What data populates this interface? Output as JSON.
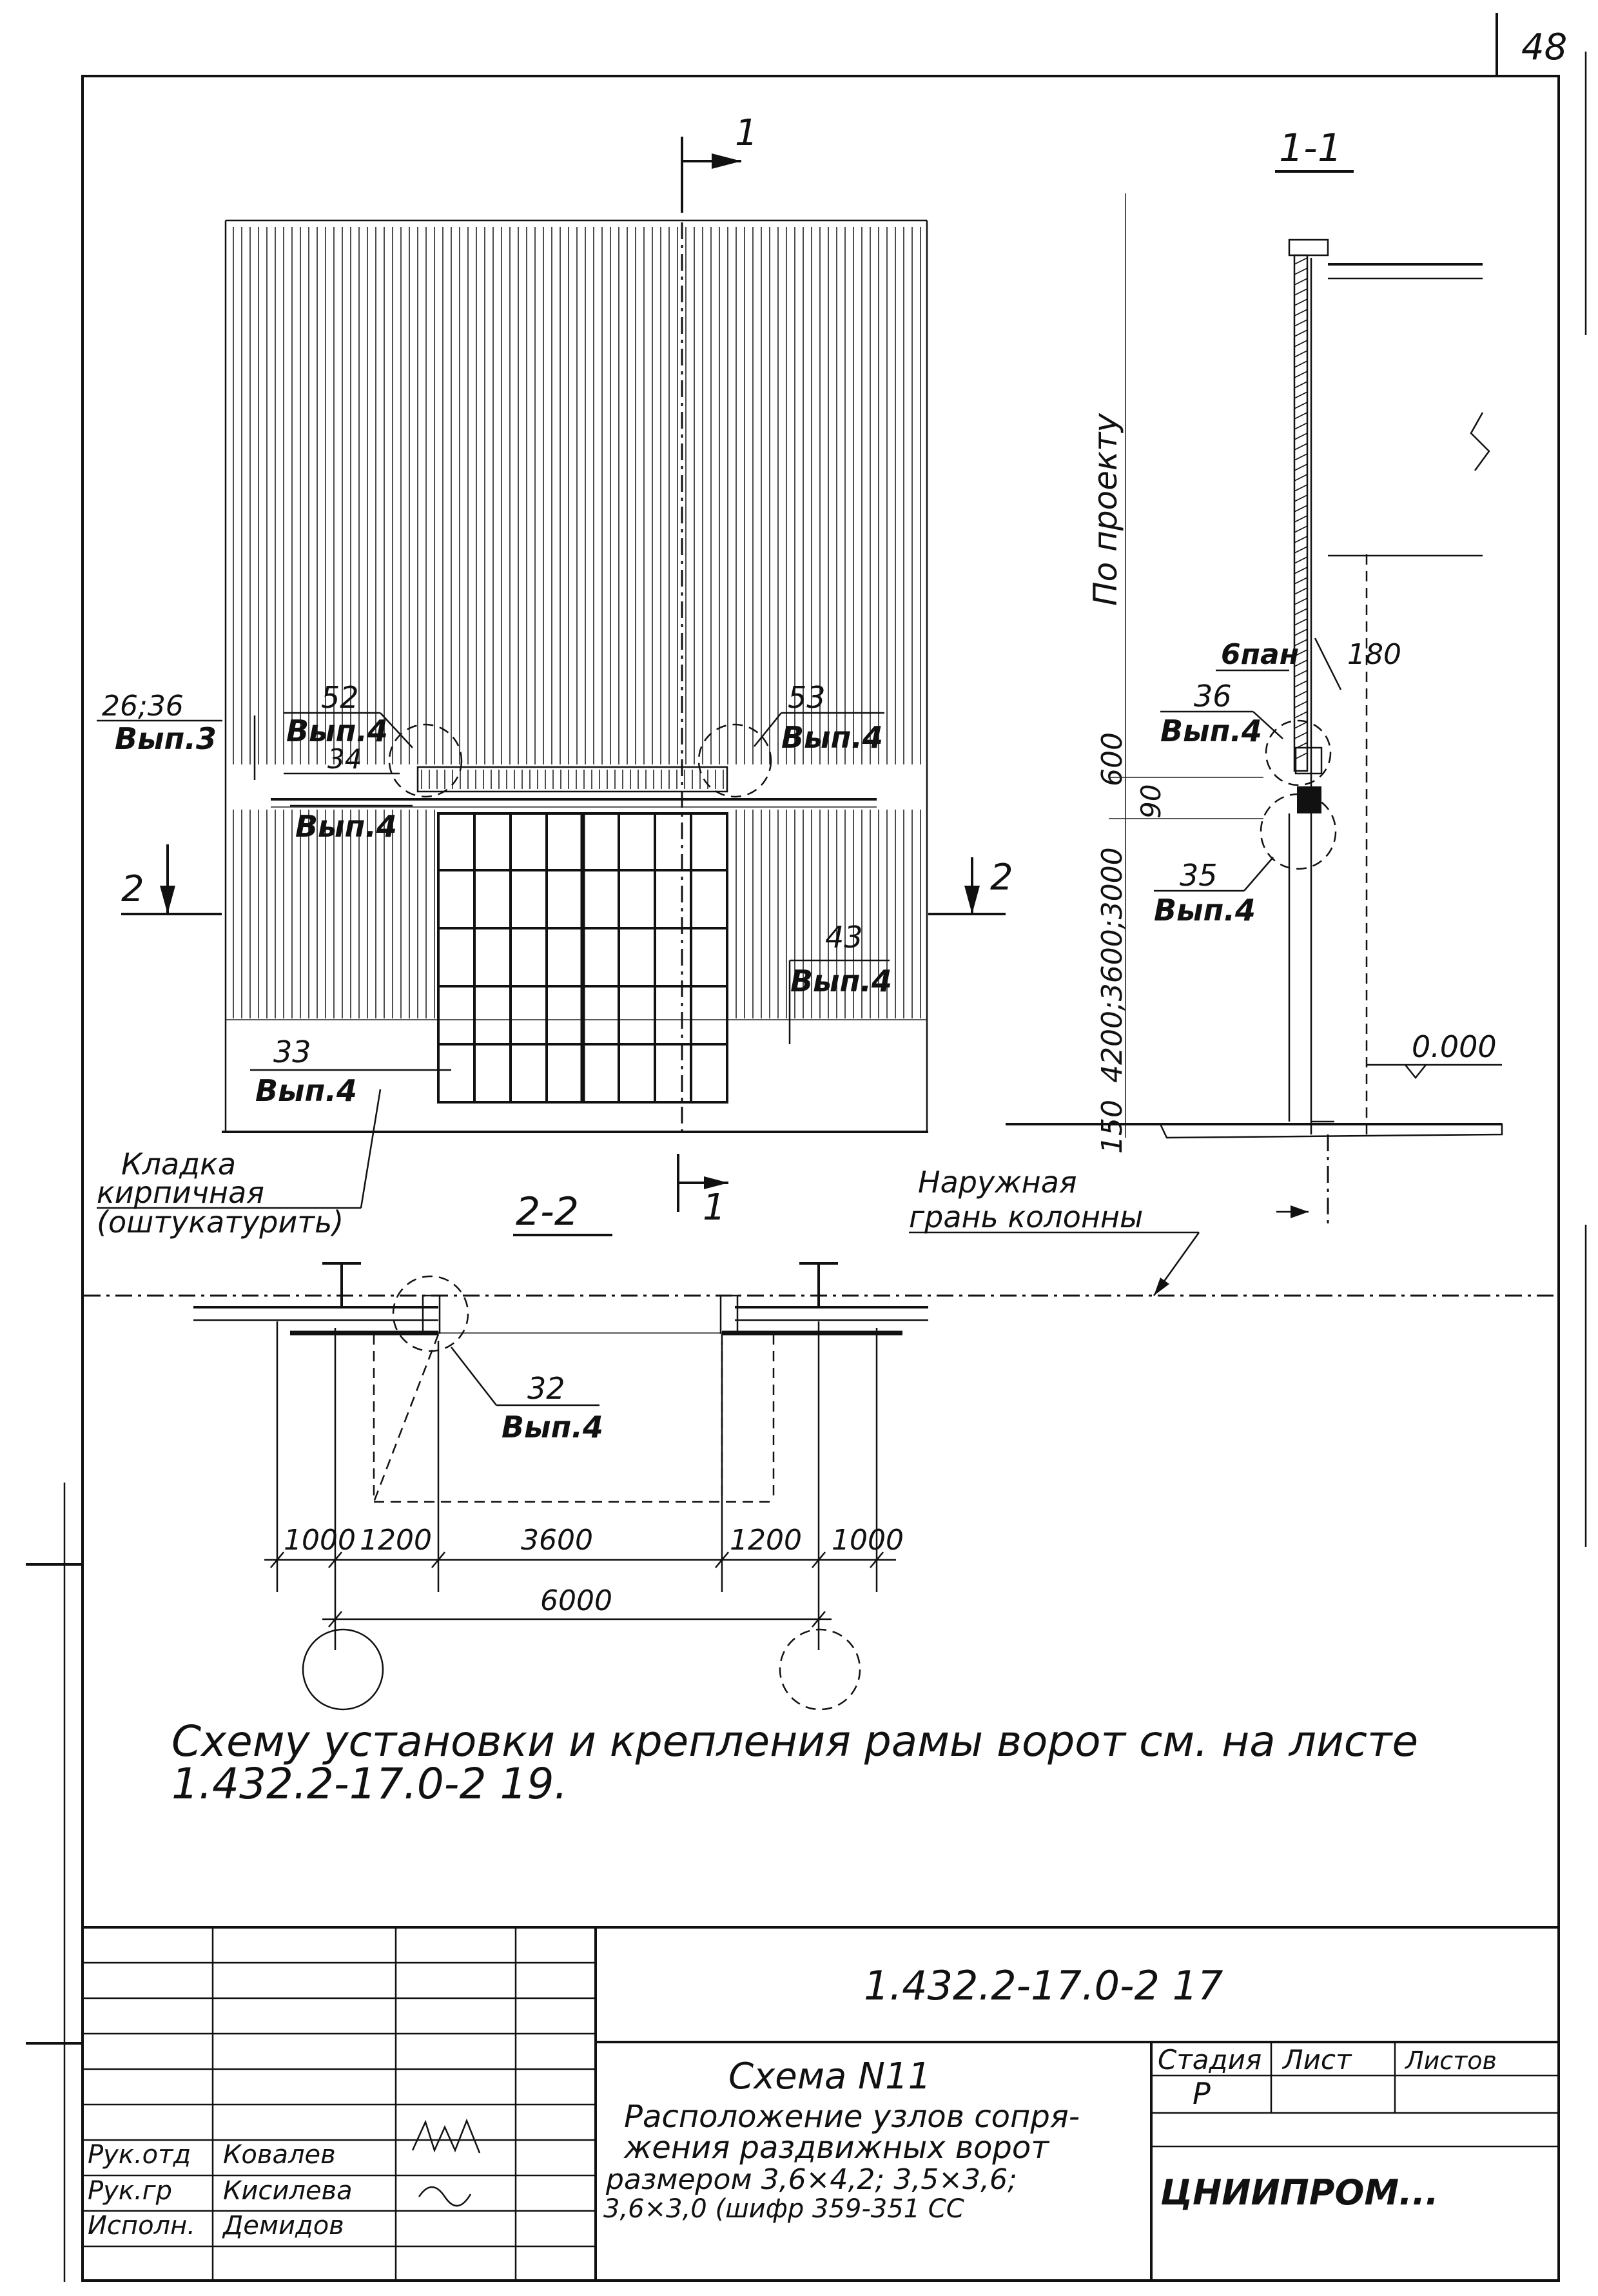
{
  "sheet": {
    "page_number": "48",
    "note_line1": "Схему установки и крепления рамы ворот см. на листе",
    "note_line2": "1.432.2-17.0-2 19."
  },
  "elevation": {
    "section_mark_top": "1",
    "section_mark_bottom": "1",
    "section_side_left": "2",
    "section_side_right": "2",
    "callouts": [
      {
        "num": "26;36",
        "sheet": "Вып.3"
      },
      {
        "num": "52",
        "sheet": "Вып.4"
      },
      {
        "num": "34",
        "sheet": "Вып.4"
      },
      {
        "num": "53",
        "sheet": "Вып.4"
      },
      {
        "num": "43",
        "sheet": "Вып.4"
      },
      {
        "num": "33",
        "sheet": "Вып.4"
      }
    ],
    "masonry_note": [
      "Кладка",
      "кирпичная",
      "(оштукатурить)"
    ]
  },
  "section_1_1": {
    "title": "1-1",
    "height_note": "По проекту",
    "vertical_dims": "4200;3600;3000",
    "dim_600": "600",
    "dim_90": "90",
    "dim_150": "150",
    "dim_180": "180",
    "panel_label": "6пан",
    "level": "0.000",
    "callouts": [
      {
        "num": "36",
        "sheet": "Вып.4"
      },
      {
        "num": "35",
        "sheet": "Вып.4"
      }
    ],
    "column_face_note": [
      "Наружная",
      "грань колонны"
    ]
  },
  "section_2_2": {
    "title": "2-2",
    "callout": {
      "num": "32",
      "sheet": "Вып.4"
    },
    "dims": [
      "1000",
      "1200",
      "3600",
      "1200",
      "1000"
    ],
    "overall": "6000"
  },
  "title_block": {
    "doc_code": "1.432.2-17.0-2 17",
    "scheme_title": "Схема N11",
    "description": [
      "Расположение узлов сопря-",
      "жения раздвижных ворот",
      "размером 3,6×4,2; 3,5×3,6;",
      "3,6×3,0 (шифр 359-351 СС"
    ],
    "stage_header": "Стадия",
    "sheet_header": "Лист",
    "sheets_header": "Листов",
    "stage_value": "Р",
    "org": "ЦНИИПРОМ...",
    "signatures": [
      {
        "role": "Рук.отд",
        "name": "Ковалев"
      },
      {
        "role": "Рук.гр",
        "name": "Кисилева"
      },
      {
        "role": "Исполн.",
        "name": "Демидов"
      }
    ]
  },
  "colors": {
    "ink": "#111111",
    "paper": "#ffffff"
  }
}
